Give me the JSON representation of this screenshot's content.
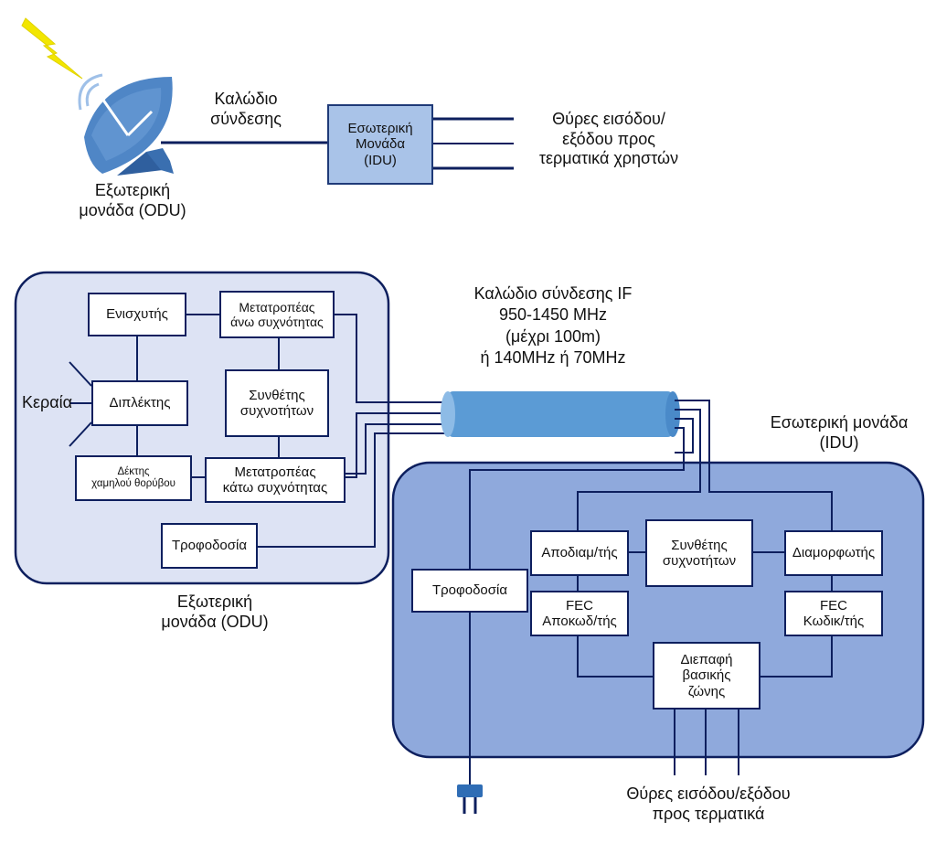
{
  "top": {
    "cable_label": "Καλώδιο\nσύνδεσης",
    "idu_box": "Εσωτερική\nΜονάδα\n(IDU)",
    "ports_label": "Θύρες εισόδου/\nεξόδου προς\nτερματικά χρηστών",
    "odu_label": "Εξωτερική\nμονάδα (ODU)"
  },
  "odu": {
    "antenna_label": "Κεραία",
    "amplifier": "Ενισχυτής",
    "upconverter": "Μετατροπέας\nάνω συχνότητας",
    "diplexer": "Διπλέκτης",
    "synthesizer": "Συνθέτης\nσυχνοτήτων",
    "lna": "Δέκτης\nχαμηλού θορύβου",
    "downconverter": "Μετατροπέας\nκάτω συχνότητας",
    "power": "Τροφοδοσία",
    "caption": "Εξωτερική\nμονάδα (ODU)"
  },
  "cable": {
    "label": "Καλώδιο σύνδεσης IF\n950-1450 MHz\n(μέχρι 100m)\nή 140MHz ή 70MHz"
  },
  "idu": {
    "caption": "Εσωτερική μονάδα\n(IDU)",
    "power": "Τροφοδοσία",
    "demodulator": "Αποδιαμ/τής",
    "synthesizer": "Συνθέτης\nσυχνοτήτων",
    "modulator": "Διαμορφωτής",
    "fec_decoder": "FEC\nΑποκωδ/τής",
    "fec_encoder": "FEC\nΚωδικ/τής",
    "baseband": "Διεπαφή\nβασικής\nζώνης",
    "ports_caption": "Θύρες εισόδου/εξόδου\nπρος τερματικά"
  },
  "colors": {
    "line": "#0d1f5e",
    "odu_fill": "#dde3f4",
    "idu_fill": "#8fa9dc",
    "cable_fill": "#5b9bd5",
    "dish": "#4f86c6",
    "lightning": "#f2e600"
  },
  "icons": [
    "satellite-dish-icon",
    "lightning-icon",
    "power-plug-icon"
  ]
}
